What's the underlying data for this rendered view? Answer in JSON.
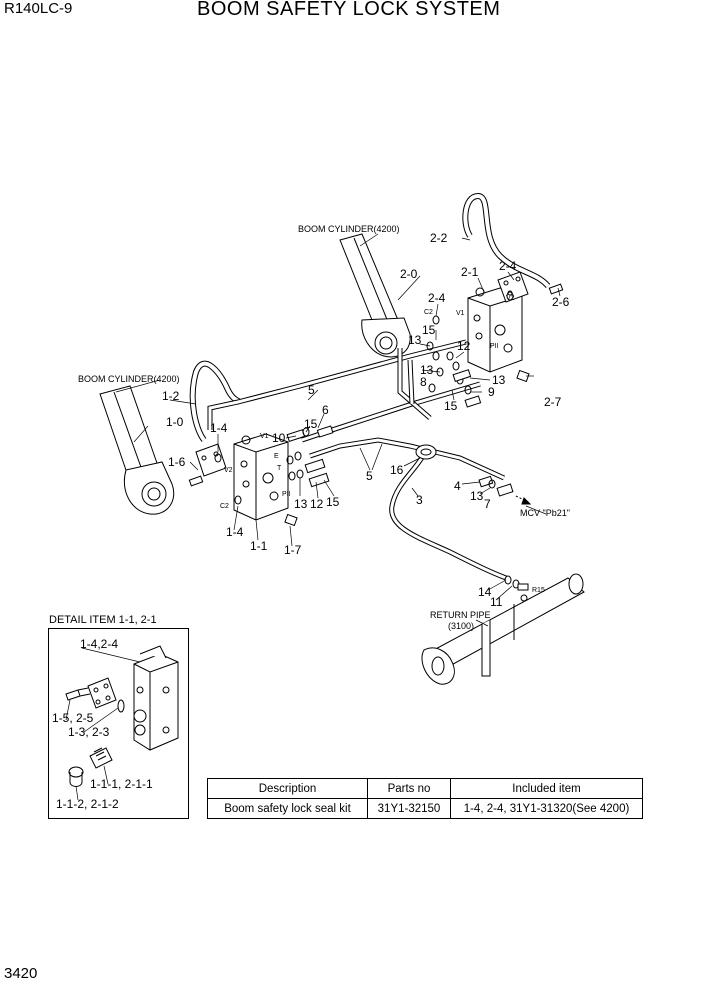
{
  "header": {
    "model": "R140LC-9",
    "title": "BOOM SAFETY LOCK SYSTEM"
  },
  "footer": {
    "page_number": "3420"
  },
  "callouts": {
    "boom_cylinder_right": "BOOM CYLINDER(4200)",
    "boom_cylinder_left": "BOOM CYLINDER(4200)",
    "mcv": "MCV \"Pb21\"",
    "return_pipe_1": "RETURN PIPE",
    "return_pipe_2": "(3100)",
    "r15": "R15",
    "p_2_2": "2-2",
    "p_2_0": "2-0",
    "p_2_1": "2-1",
    "p_2_4a": "2-4",
    "p_2_4b": "2-4",
    "p_2_6": "2-6",
    "p_2_7": "2-7",
    "p_15a": "15",
    "p_13a": "13",
    "p_12a": "12",
    "p_13b": "13",
    "p_8": "8",
    "p_13c": "13",
    "p_9": "9",
    "p_15b": "15",
    "p_5a": "5",
    "p_6": "6",
    "p_15c": "15",
    "p_10": "10",
    "p_1_2": "1-2",
    "p_1_0": "1-0",
    "p_1_4a": "1-4",
    "p_1_6": "1-6",
    "p_1_4b": "1-4",
    "p_1_1": "1-1",
    "p_1_7": "1-7",
    "p_13d": "13",
    "p_12b": "12",
    "p_15d": "15",
    "p_5b": "5",
    "p_16": "16",
    "p_3": "3",
    "p_4": "4",
    "p_13e": "13",
    "p_7": "7",
    "p_14": "14",
    "p_11": "11",
    "port_v1a": "V1",
    "port_c2a": "C2",
    "port_v2a": "V2",
    "port_pia": "PII",
    "port_v1b": "V1",
    "port_v2b": "V2",
    "port_c2b": "C2",
    "port_e": "E",
    "port_t": "T",
    "port_pib": "PII"
  },
  "detail": {
    "title": "DETAIL ITEM 1-1, 2-1",
    "l1": "1-4,2-4",
    "l2": "1-5, 2-5",
    "l3": "1-3, 2-3",
    "l4": "1-1-1, 2-1-1",
    "l5": "1-1-2, 2-1-2"
  },
  "parts_table": {
    "headers": [
      "Description",
      "Parts no",
      "Included item"
    ],
    "rows": [
      [
        "Boom safety lock seal kit",
        "31Y1-32150",
        "1-4, 2-4, 31Y1-31320(See 4200)"
      ]
    ]
  }
}
